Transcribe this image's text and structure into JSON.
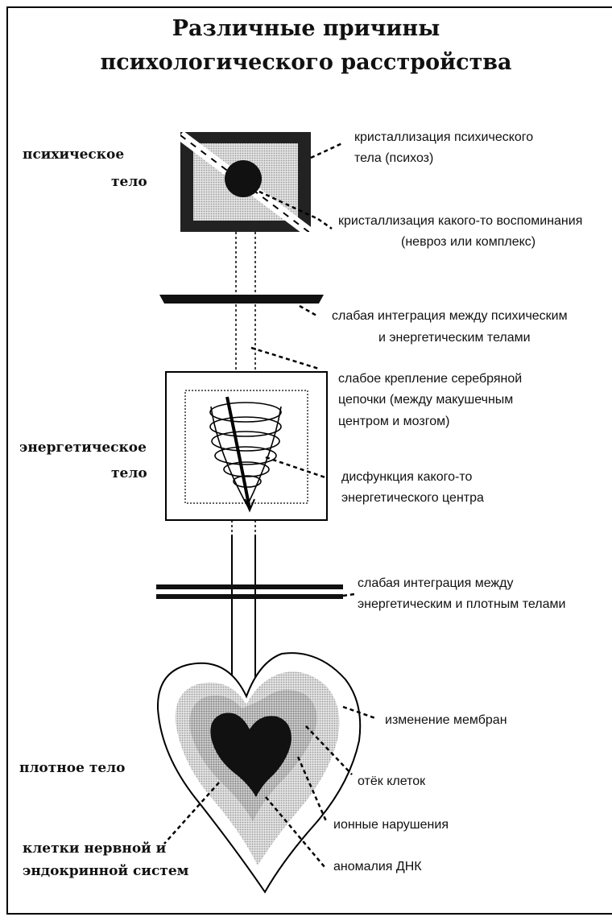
{
  "title": {
    "line1": "Различные причины",
    "line2": "психологического расстройства"
  },
  "bodies": {
    "psychic": {
      "line1": "психическое",
      "line2": "тело"
    },
    "energetic": {
      "line1": "энергетическое",
      "line2": "тело"
    },
    "dense": {
      "line1": "плотное тело"
    },
    "cells": {
      "line1": "клетки нервной и",
      "line2": "эндокринной систем"
    }
  },
  "annotations": {
    "psychic_crystallization": {
      "line1": "кристаллизация психического",
      "line2": "тела (психоз)"
    },
    "memory_crystallization": {
      "line1": "кристаллизация какого-то воспоминания",
      "line2": "(невроз или комплекс)"
    },
    "weak_integration_psychic": {
      "line1": "слабая интеграция между психическим",
      "line2": "и энергетическим телами"
    },
    "silver_cord": {
      "line1": "слабое крепление серебряной",
      "line2": "цепочки (между макушечным",
      "line3": "центром и мозгом)"
    },
    "center_dysfunction": {
      "line1": "дисфункция какого-то",
      "line2": "энергетического центра"
    },
    "weak_integration_dense": {
      "line1": "слабая интеграция между",
      "line2": "энергетическим и плотным телами"
    },
    "membranes": {
      "line1": "изменение мембран"
    },
    "cell_edema": {
      "line1": "отёк клеток"
    },
    "ion_disorders": {
      "line1": "ионные нарушения"
    },
    "dna_anomaly": {
      "line1": "аномалия ДНК"
    }
  }
}
